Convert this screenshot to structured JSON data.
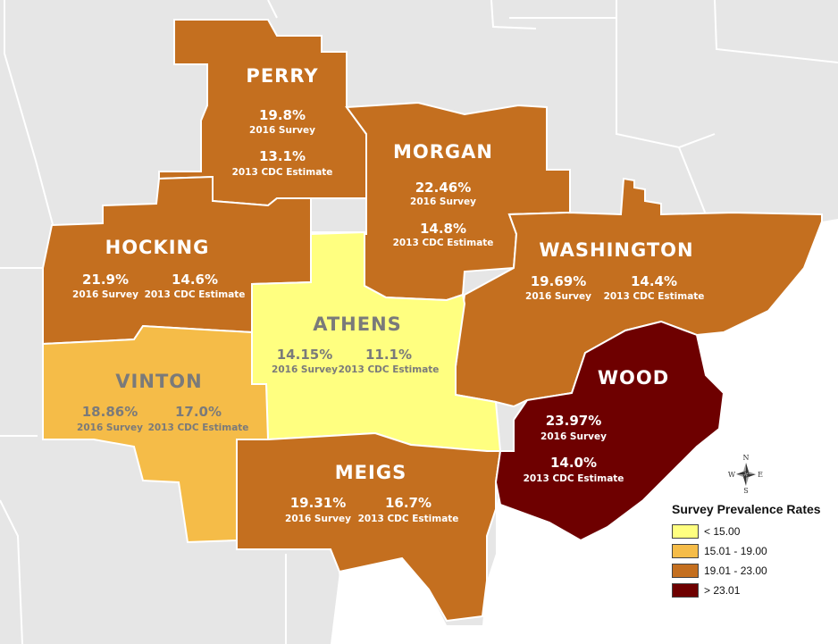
{
  "colors": {
    "background_land": "#e6e6e6",
    "background_border": "#ffffff",
    "water": "#ffffff",
    "bin1": "#ffff80",
    "bin2": "#f5bc48",
    "bin3": "#c46f1f",
    "bin4": "#6e0000",
    "county_border": "#ffffff"
  },
  "counties": {
    "perry": {
      "name": "PERRY",
      "survey_value": "19.8%",
      "survey_label": "2016 Survey",
      "cdc_value": "13.1%",
      "cdc_label": "2013 CDC Estimate",
      "bin": "19.01 - 23.00"
    },
    "morgan": {
      "name": "MORGAN",
      "survey_value": "22.46%",
      "survey_label": "2016 Survey",
      "cdc_value": "14.8%",
      "cdc_label": "2013 CDC Estimate",
      "bin": "19.01 - 23.00"
    },
    "hocking": {
      "name": "HOCKING",
      "survey_value": "21.9%",
      "survey_label": "2016 Survey",
      "cdc_value": "14.6%",
      "cdc_label": "2013 CDC Estimate",
      "bin": "19.01 - 23.00"
    },
    "washington": {
      "name": "WASHINGTON",
      "survey_value": "19.69%",
      "survey_label": "2016 Survey",
      "cdc_value": "14.4%",
      "cdc_label": "2013 CDC Estimate",
      "bin": "19.01 - 23.00"
    },
    "athens": {
      "name": "ATHENS",
      "survey_value": "14.15%",
      "survey_label": "2016 Survey",
      "cdc_value": "11.1%",
      "cdc_label": "2013 CDC Estimate",
      "bin": "< 15.00"
    },
    "vinton": {
      "name": "VINTON",
      "survey_value": "18.86%",
      "survey_label": "2016 Survey",
      "cdc_value": "17.0%",
      "cdc_label": "2013 CDC Estimate",
      "bin": "15.01 - 19.00"
    },
    "wood": {
      "name": "WOOD",
      "survey_value": "23.97%",
      "survey_label": "2016 Survey",
      "cdc_value": "14.0%",
      "cdc_label": "2013 CDC Estimate",
      "bin": "> 23.01"
    },
    "meigs": {
      "name": "MEIGS",
      "survey_value": "19.31%",
      "survey_label": "2016 Survey",
      "cdc_value": "16.7%",
      "cdc_label": "2013 CDC Estimate",
      "bin": "19.01 - 23.00"
    }
  },
  "legend": {
    "title": "Survey Prevalence Rates",
    "items": [
      {
        "label": "< 15.00",
        "color": "#ffff80"
      },
      {
        "label": "15.01 - 19.00",
        "color": "#f5bc48"
      },
      {
        "label": "19.01 - 23.00",
        "color": "#c46f1f"
      },
      {
        "label": "> 23.01",
        "color": "#6e0000"
      }
    ]
  },
  "compass": {
    "icon": "compass-rose-icon",
    "n": "N",
    "s": "S",
    "e": "E",
    "w": "W"
  }
}
